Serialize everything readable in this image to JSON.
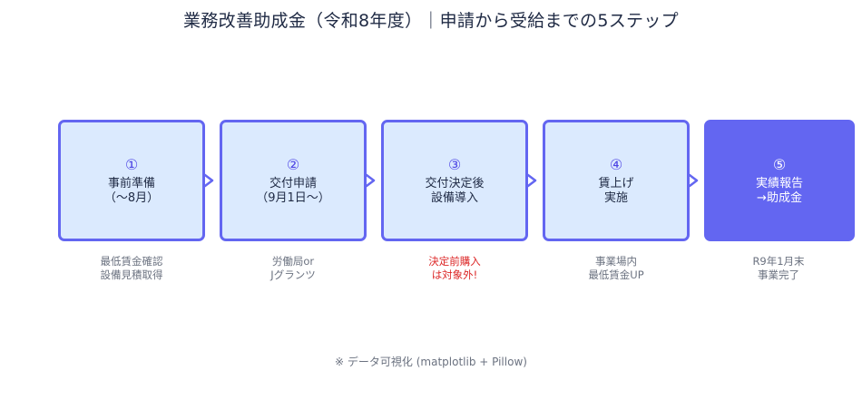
{
  "title": "業務改善助成金（令和8年度）｜申請から受給までの5ステップ",
  "steps": [
    {
      "num": "①",
      "line1": "事前準備",
      "line2": "（〜8月）",
      "note1": "最低賃金確認",
      "note2": "設備見積取得"
    },
    {
      "num": "②",
      "line1": "交付申請",
      "line2": "（9月1日〜）",
      "note1": "労働局or",
      "note2": "Jグランツ"
    },
    {
      "num": "③",
      "line1": "交付決定後",
      "line2": "設備導入",
      "note1": "決定前購入",
      "note2": "は対象外!"
    },
    {
      "num": "④",
      "line1": "賃上げ",
      "line2": "実施",
      "note1": "事業場内",
      "note2": "最低賃金UP"
    },
    {
      "num": "⑤",
      "line1": "実績報告",
      "line2": "→助成金",
      "note1": "R9年1月末",
      "note2": "事業完了"
    }
  ],
  "footer": "※ データ可視化 (matplotlib + Pillow)",
  "colors": {
    "accent": "#6366f1",
    "box_fill": "#dbeafe",
    "warn_text": "#dc2626"
  }
}
